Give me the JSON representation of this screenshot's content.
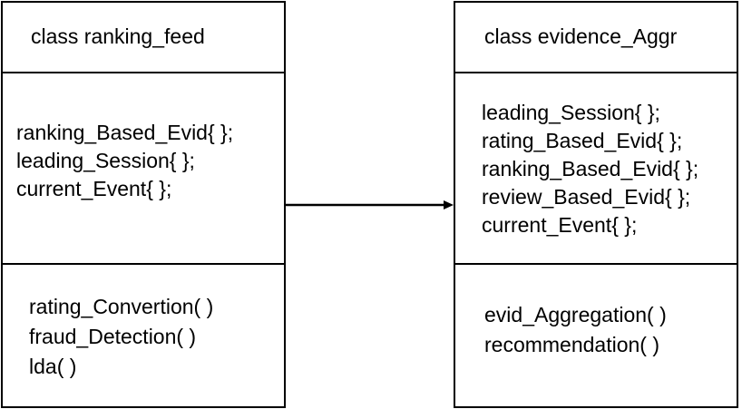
{
  "left_class": {
    "title": "class ranking_feed",
    "attributes": [
      "ranking_Based_Evid{ };",
      "leading_Session{ };",
      "current_Event{ };"
    ],
    "methods": [
      "rating_Convertion( )",
      "fraud_Detection( )",
      "lda( )"
    ]
  },
  "right_class": {
    "title": "class evidence_Aggr",
    "attributes": [
      "leading_Session{ };",
      "rating_Based_Evid{ };",
      "ranking_Based_Evid{ };",
      "review_Based_Evid{ };",
      "current_Event{ };"
    ],
    "methods": [
      "evid_Aggregation( )",
      "recommendation( )"
    ]
  },
  "relation": {
    "type": "directed-association",
    "from": "class ranking_feed",
    "to": "class evidence_Aggr"
  }
}
